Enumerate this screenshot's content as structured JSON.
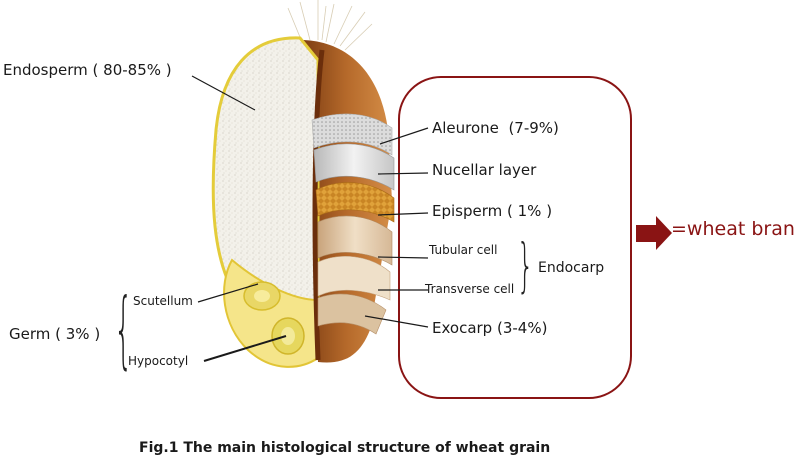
{
  "labels": {
    "endosperm": "Endosperm ( 80-85% )",
    "aleurone": "Aleurone  (7-9%)",
    "nucellar_layer": "Nucellar layer",
    "episperm": "Episperm ( 1% )",
    "tubular_cell": "Tubular cell",
    "endocarp": "Endocarp",
    "transverse_cell": "Transverse cell",
    "exocarp": "Exocarp (3-4%)",
    "scutellum": "Scutellum",
    "germ": "Germ ( 3% )",
    "hypocotyl": "Hypocotyl"
  },
  "bran_label": "=wheat bran",
  "caption": "Fig.1  The main histological structure of wheat grain",
  "colors": {
    "bran_box": "#8a1414",
    "arrow": "#8a1414",
    "endosperm": "#f1efe8",
    "pericarp": "#a85b1f",
    "germ": "#f3e27a",
    "episperm": "#d99a2e"
  }
}
